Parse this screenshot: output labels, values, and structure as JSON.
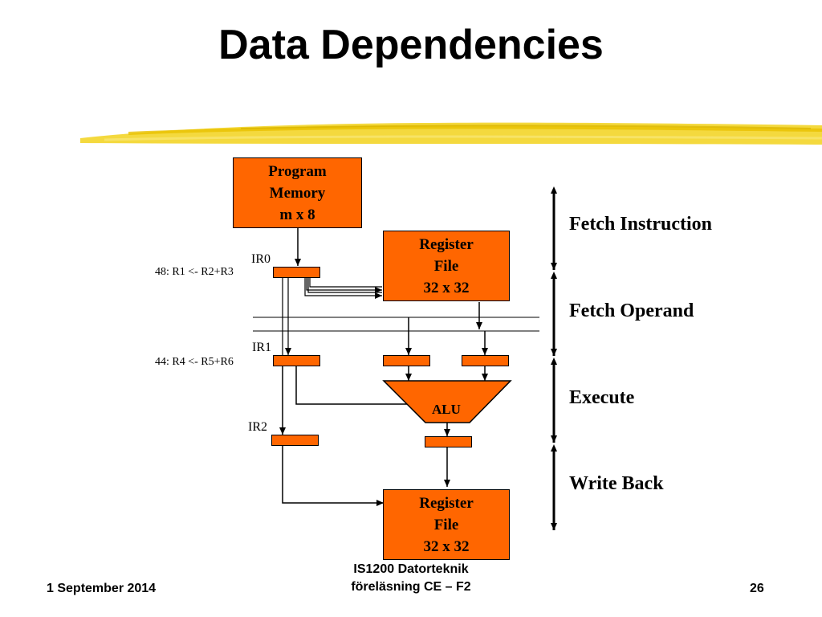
{
  "title": "Data Dependencies",
  "diagram": {
    "program_memory": {
      "line1": "Program",
      "line2": "Memory",
      "line3": "m x 8"
    },
    "register_file_top": {
      "line1": "Register",
      "line2": "File",
      "line3": "32 x 32"
    },
    "register_file_bottom": {
      "line1": "Register",
      "line2": "File",
      "line3": "32 x 32"
    },
    "ir0_label": "IR0",
    "ir1_label": "IR1",
    "ir2_label": "IR2",
    "instr_48": "48:  R1 <- R2+R3",
    "instr_44": "44:  R4 <- R5+R6",
    "alu_label": "ALU",
    "accent_color": "#ff6600",
    "stages": [
      "Fetch Instruction",
      "Fetch Operand",
      "Execute",
      "Write Back"
    ]
  },
  "footer": {
    "date": "1 September 2014",
    "course_line1": "IS1200 Datorteknik",
    "course_line2": "föreläsning CE – F2",
    "page_number": "26"
  }
}
